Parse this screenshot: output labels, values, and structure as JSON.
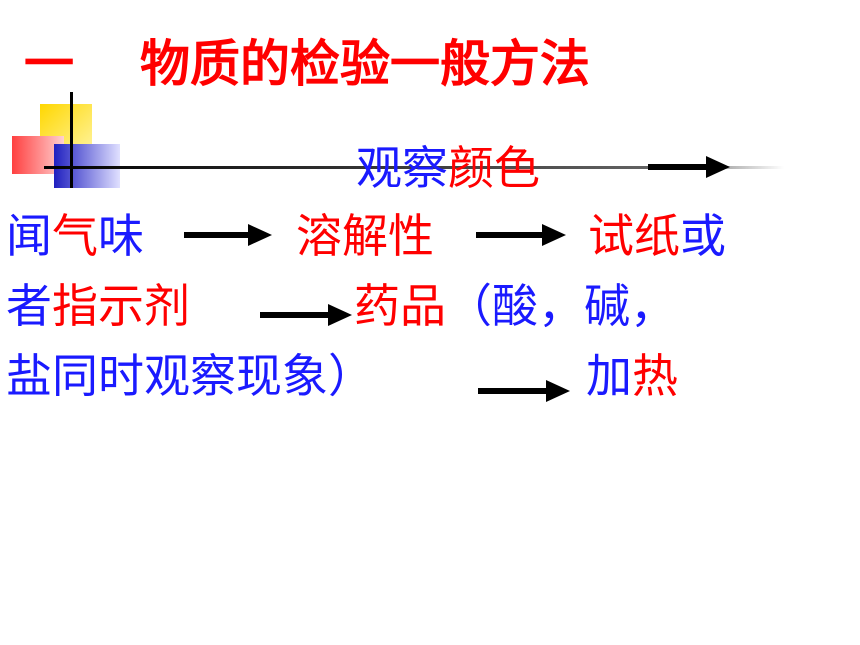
{
  "title": {
    "number": "一",
    "text": "物质的检验一般方法"
  },
  "colors": {
    "blue": "#1a1aff",
    "red": "#ff0000"
  },
  "steps": [
    {
      "id": "observe",
      "parts": [
        {
          "text": "观察",
          "color": "blue"
        },
        {
          "text": "颜色",
          "color": "red"
        }
      ]
    },
    {
      "id": "smell",
      "parts": [
        {
          "text": "闻",
          "color": "blue"
        },
        {
          "text": "气",
          "color": "red"
        },
        {
          "text": "味",
          "color": "blue"
        }
      ]
    },
    {
      "id": "solubility",
      "parts": [
        {
          "text": "溶解性",
          "color": "red"
        }
      ]
    },
    {
      "id": "test-paper",
      "parts": [
        {
          "text": "试纸",
          "color": "red"
        },
        {
          "text": "或",
          "color": "blue"
        }
      ]
    },
    {
      "id": "indicator",
      "parts": [
        {
          "text": "者",
          "color": "blue"
        },
        {
          "text": "指示剂",
          "color": "red"
        }
      ]
    },
    {
      "id": "reagent",
      "parts": [
        {
          "text": "药品",
          "color": "red"
        },
        {
          "text": "（酸，碱，",
          "color": "blue"
        }
      ]
    },
    {
      "id": "reagent-cont",
      "parts": [
        {
          "text": "盐同时观察现象）",
          "color": "blue"
        }
      ]
    },
    {
      "id": "heat",
      "parts": [
        {
          "text": "加",
          "color": "blue"
        },
        {
          "text": "热",
          "color": "red"
        }
      ]
    }
  ]
}
